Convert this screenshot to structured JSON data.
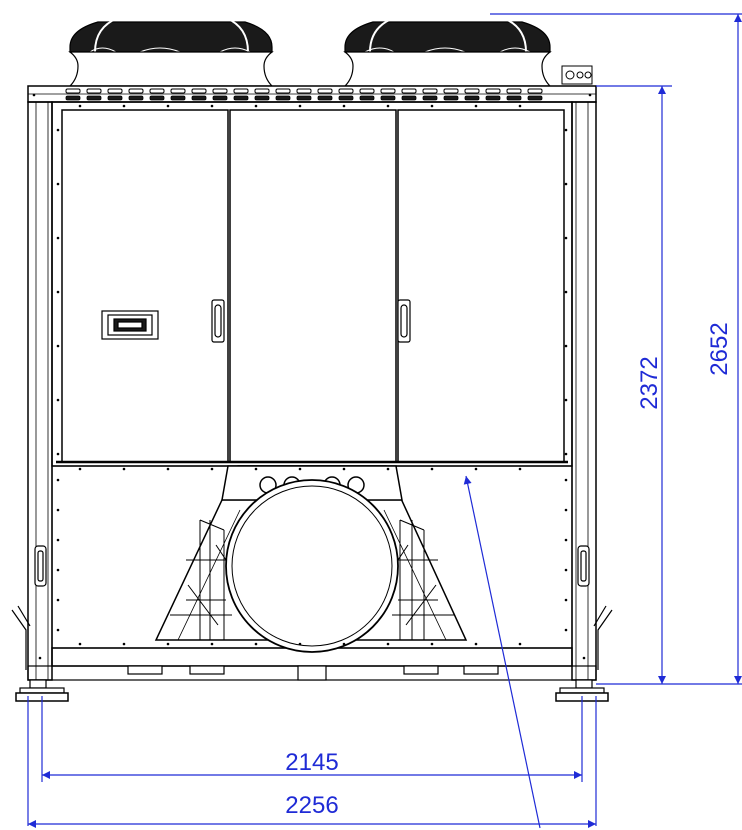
{
  "drawing": {
    "dimensions": {
      "overall_height": "2652",
      "frame_height": "2372",
      "base_width": "2145",
      "overall_width": "2256"
    },
    "colors": {
      "line": "#000000",
      "dimension": "#1f2bd6",
      "fan_fill": "#1a1a1a",
      "background": "#ffffff"
    }
  }
}
